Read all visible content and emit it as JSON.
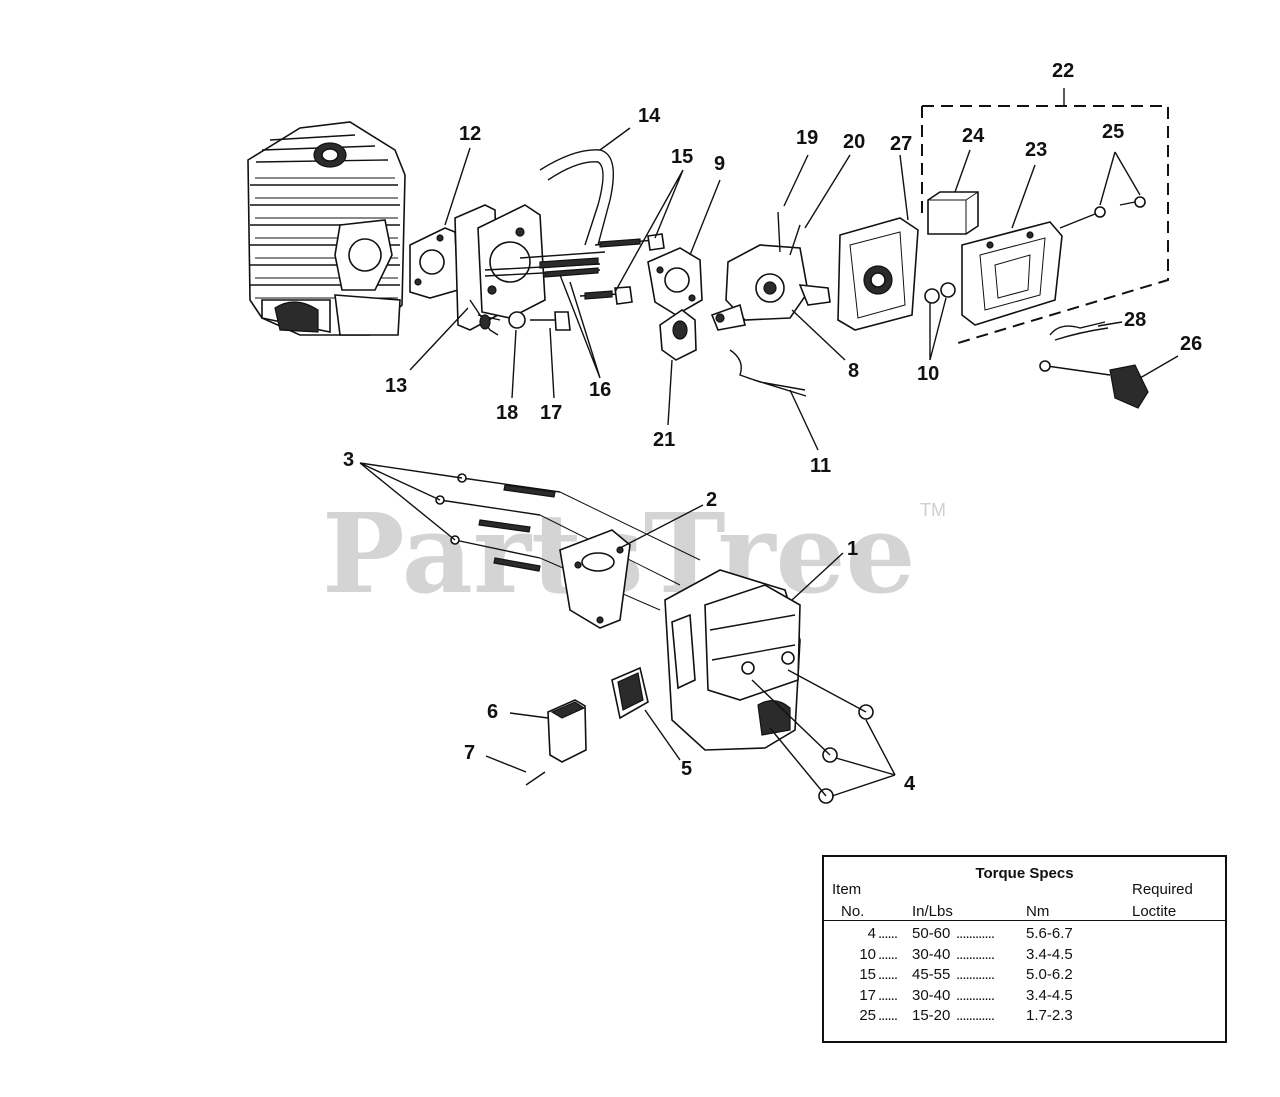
{
  "watermark": {
    "text": "PartsTree",
    "tm": "TM"
  },
  "callouts": {
    "c1": "1",
    "c2": "2",
    "c3": "3",
    "c4": "4",
    "c5": "5",
    "c6": "6",
    "c7": "7",
    "c8": "8",
    "c9": "9",
    "c10": "10",
    "c11": "11",
    "c12": "12",
    "c13": "13",
    "c14": "14",
    "c15": "15",
    "c16": "16",
    "c17": "17",
    "c18": "18",
    "c19": "19",
    "c20": "20",
    "c21": "21",
    "c22": "22",
    "c23": "23",
    "c24": "24",
    "c25": "25",
    "c26": "26",
    "c27": "27",
    "c28": "28"
  },
  "torque_table": {
    "title": "Torque Specs",
    "header_item": "Item",
    "header_required": "Required",
    "header_no": "No.",
    "header_in_lbs": "In/Lbs",
    "header_nm": "Nm",
    "header_loctite": "Loctite",
    "rows": [
      {
        "item": "4",
        "in_lbs": "50-60",
        "nm": "5.6-6.7"
      },
      {
        "item": "10",
        "in_lbs": "30-40",
        "nm": "3.4-4.5"
      },
      {
        "item": "15",
        "in_lbs": "45-55",
        "nm": "5.0-6.2"
      },
      {
        "item": "17",
        "in_lbs": "30-40",
        "nm": "3.4-4.5"
      },
      {
        "item": "25",
        "in_lbs": "15-20",
        "nm": "1.7-2.3"
      }
    ],
    "leader1": "......",
    "leader2": "............"
  }
}
